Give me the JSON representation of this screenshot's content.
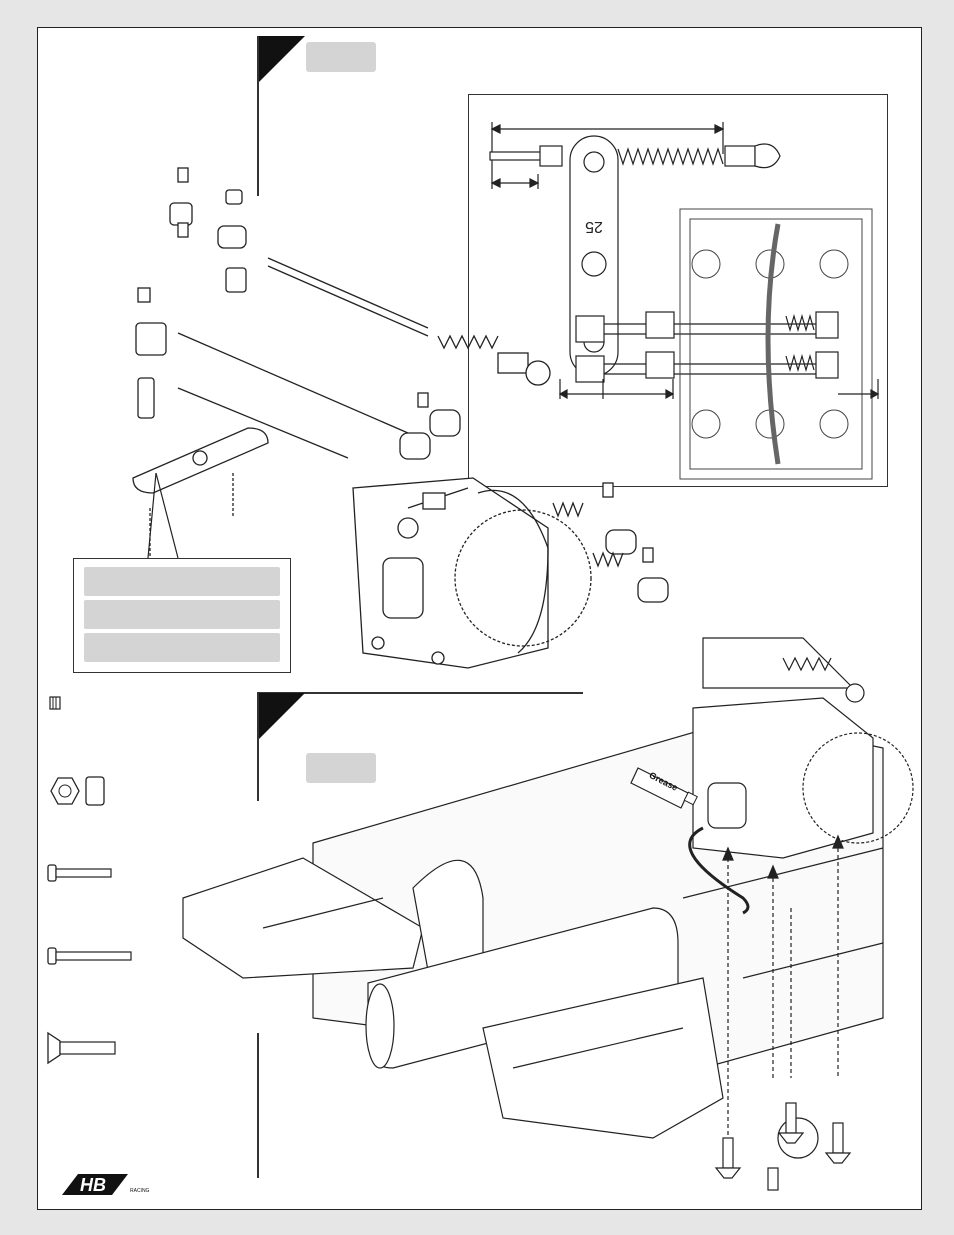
{
  "detail": {
    "steering_plate_number": "25"
  },
  "step_two": {
    "grease_tube_label": "Grease"
  },
  "footer": {
    "logo_text": "HB",
    "logo_subtext": "RACING"
  },
  "icons": {
    "set_screw": "set-screw-icon",
    "lock_nut": "lock-nut-icon",
    "button_head_screw": "button-head-screw-icon",
    "long_screw": "long-screw-icon",
    "flat_head_screw": "flat-head-screw-icon"
  },
  "colors": {
    "line": "#222222",
    "panel_gray": "#d4d4d4",
    "background": "#e6e6e6"
  }
}
